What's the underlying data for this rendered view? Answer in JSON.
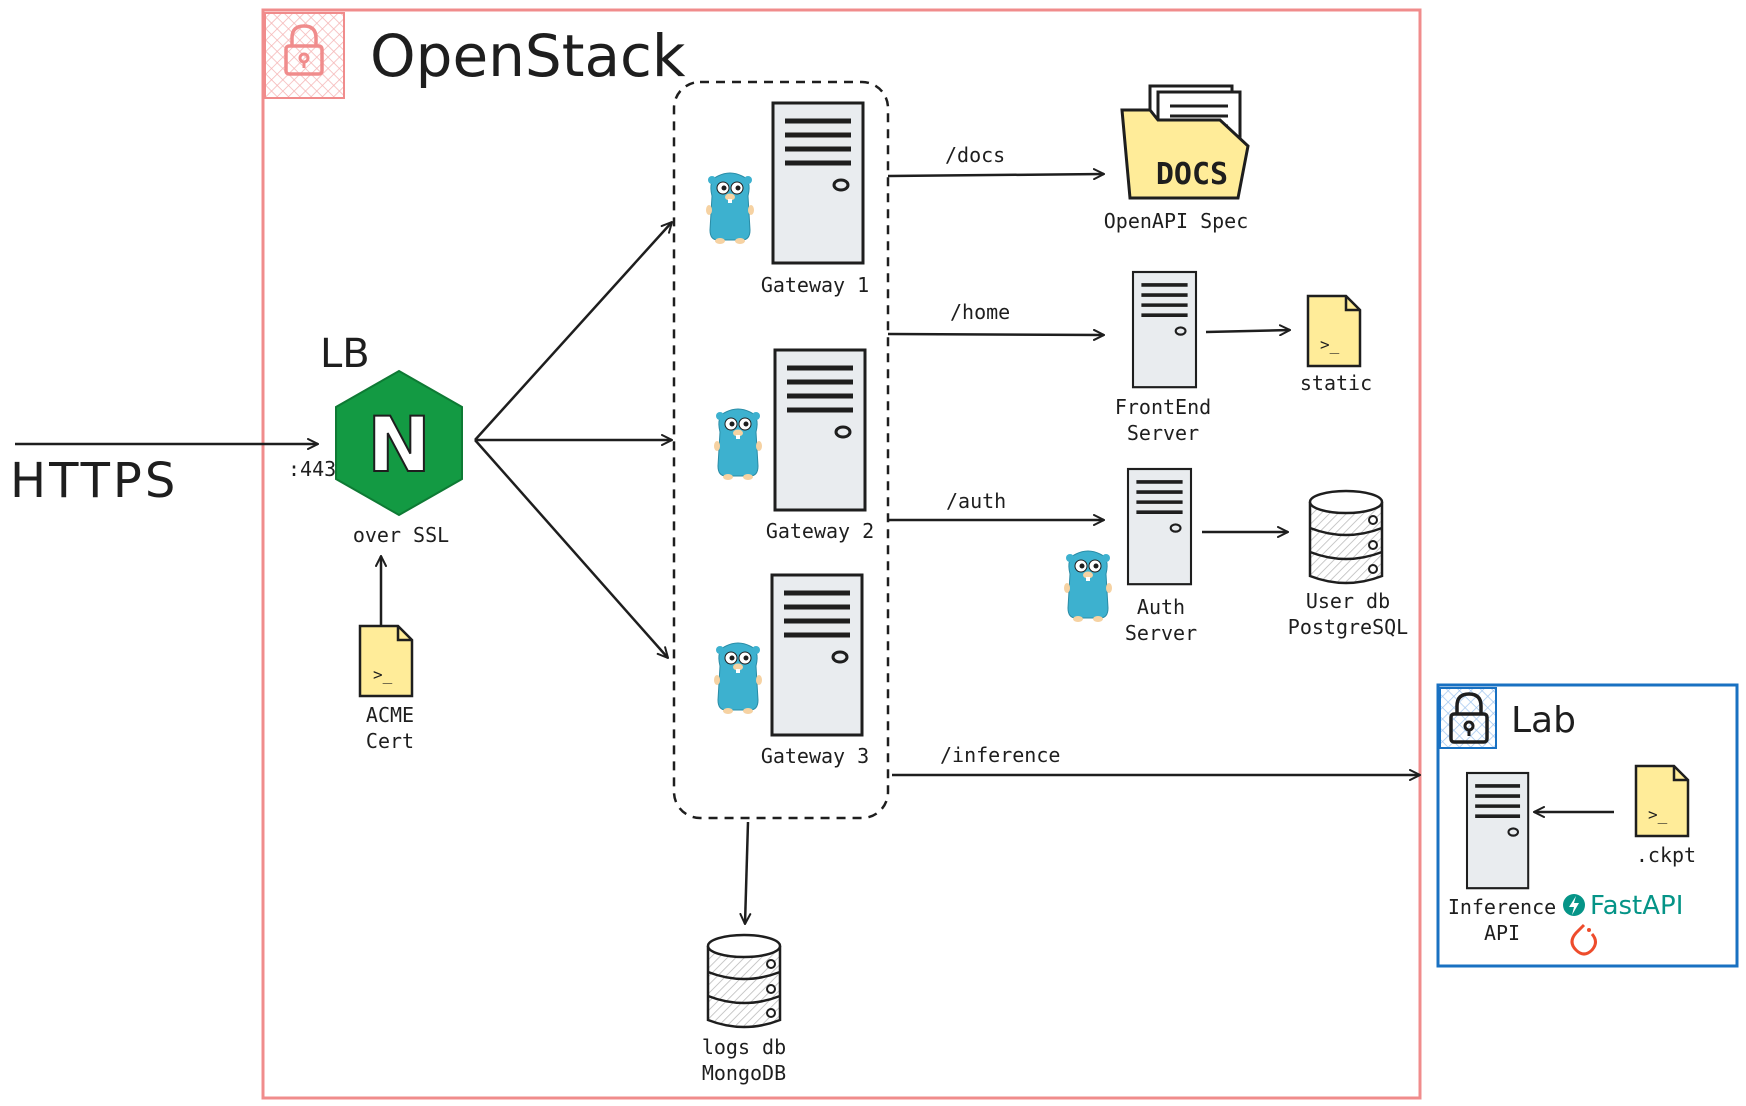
{
  "openstack": {
    "title": "OpenStack"
  },
  "lab": {
    "title": "Lab"
  },
  "https_label": "HTTPS",
  "lb": {
    "title": "LB",
    "port": ":443",
    "caption": "over SSL",
    "logo_letter": "N"
  },
  "acme": {
    "line1": "ACME",
    "line2": "Cert"
  },
  "gateways": [
    {
      "label": "Gateway 1"
    },
    {
      "label": "Gateway 2"
    },
    {
      "label": "Gateway 3"
    }
  ],
  "routes": {
    "docs": "/docs",
    "home": "/home",
    "auth": "/auth",
    "inference": "/inference"
  },
  "docs": {
    "folder_label": "DOCS",
    "caption": "OpenAPI Spec"
  },
  "frontend": {
    "line1": "FrontEnd",
    "line2": "Server"
  },
  "static_file": {
    "label": "static"
  },
  "auth_server": {
    "line1": "Auth",
    "line2": "Server"
  },
  "user_db": {
    "line1": "User db",
    "line2": "PostgreSQL"
  },
  "logs_db": {
    "line1": "logs db",
    "line2": "MongoDB"
  },
  "inference_api": {
    "line1": "Inference",
    "line2": "API"
  },
  "ckpt": {
    "label": ".ckpt"
  },
  "fastapi": {
    "label": "FastAPI"
  },
  "file_glyph": ">_",
  "colors": {
    "openstack_border": "#f08c8c",
    "lab_border": "#1971c2",
    "nginx_green": "#139a43",
    "file_yellow": "#ffec99",
    "gopher_blue": "#3db1cf",
    "fastapi_teal": "#059487",
    "pytorch_red": "#ee4c2c"
  }
}
